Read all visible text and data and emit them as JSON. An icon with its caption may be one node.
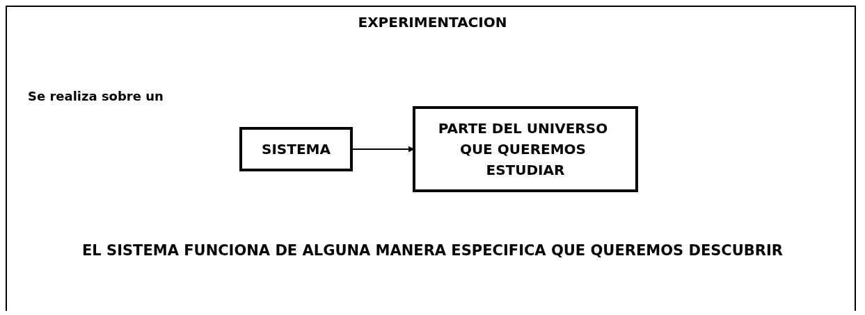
{
  "diagram": {
    "title": "EXPERIMENTACION",
    "nodes": [
      {
        "text": [
          "SISTEMA"
        ]
      },
      {
        "text": [
          "PARTE DEL UNIVERSO QUE QUEREMOS ESTUDIAR"
        ]
      }
    ],
    "edges": [
      {
        "from": 0,
        "to": 1,
        "arrow": "to"
      }
    ],
    "labels": [
      "Se realiza sobre un",
      "EL SISTEMA FUNCIONA DE ALGUNA MANERA ESPECIFICA QUE QUEREMOS DESCUBRIR"
    ]
  }
}
